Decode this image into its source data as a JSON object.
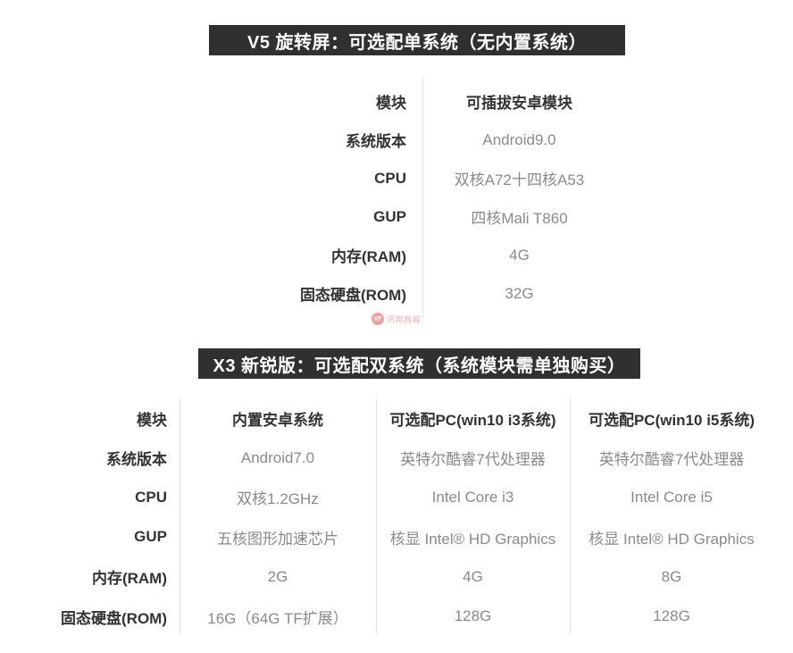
{
  "colors": {
    "banner_bg": "#303030",
    "banner_text": "#ffffff",
    "label_text": "#333333",
    "value_text": "#8a8a8a",
    "divider": "#e3e3e3",
    "watermark_pink": "#f09fa7"
  },
  "watermark": {
    "badge": "XF",
    "text": "讯邦商城"
  },
  "table1": {
    "header_title": "V5 旋转屏：可选配单系统（无内置系统）",
    "rows": [
      {
        "label": "模块",
        "value": "可插拔安卓模块"
      },
      {
        "label": "系统版本",
        "value": "Android9.0"
      },
      {
        "label": "CPU",
        "value": "双核A72十四核A53"
      },
      {
        "label": "GUP",
        "value": "四核Mali T860"
      },
      {
        "label": "内存(RAM)",
        "value": "4G"
      },
      {
        "label": "固态硬盘(ROM)",
        "value": "32G"
      }
    ]
  },
  "table2": {
    "header_title": "X3 新锐版：可选配双系统（系统模块需单独购买）",
    "rows": [
      {
        "label": "模块",
        "col1": "内置安卓系统",
        "col2": "可选配PC(win10 i3系统)",
        "col3": "可选配PC(win10 i5系统)"
      },
      {
        "label": "系统版本",
        "col1": "Android7.0",
        "col2": "英特尔酷睿7代处理器",
        "col3": "英特尔酷睿7代处理器"
      },
      {
        "label": "CPU",
        "col1": "双核1.2GHz",
        "col2": "Intel Core i3",
        "col3": "Intel Core i5"
      },
      {
        "label": "GUP",
        "col1": "五核图形加速芯片",
        "col2": "核显 Intel® HD Graphics",
        "col3": "核显 Intel® HD Graphics"
      },
      {
        "label": "内存(RAM)",
        "col1": "2G",
        "col2": "4G",
        "col3": "8G"
      },
      {
        "label": "固态硬盘(ROM)",
        "col1": "16G（64G TF扩展）",
        "col2": "128G",
        "col3": "128G"
      }
    ]
  }
}
